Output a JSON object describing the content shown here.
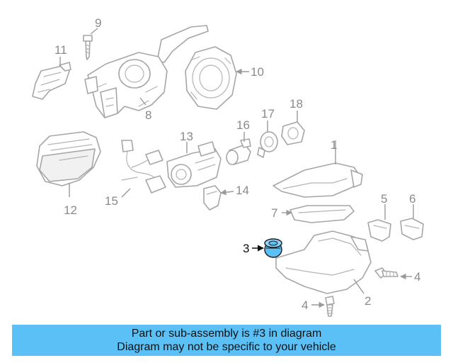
{
  "labels": {
    "p1": "1",
    "p2": "2",
    "p3": "3",
    "p4a": "4",
    "p4b": "4",
    "p5": "5",
    "p6": "6",
    "p7": "7",
    "p8": "8",
    "p9": "9",
    "p10": "10",
    "p11": "11",
    "p12": "12",
    "p13": "13",
    "p14": "14",
    "p15": "15",
    "p16": "16",
    "p17": "17",
    "p18": "18"
  },
  "highlight_part": "3",
  "colors": {
    "banner_bg": "#5bc0f5",
    "highlight_fill": "#5bc0f5",
    "line": "#a6a6a6",
    "label": "#8a8a8a"
  },
  "banner": {
    "line1": "Part or sub-assembly is #3 in diagram",
    "line2": "Diagram may not be specific to your vehicle"
  }
}
